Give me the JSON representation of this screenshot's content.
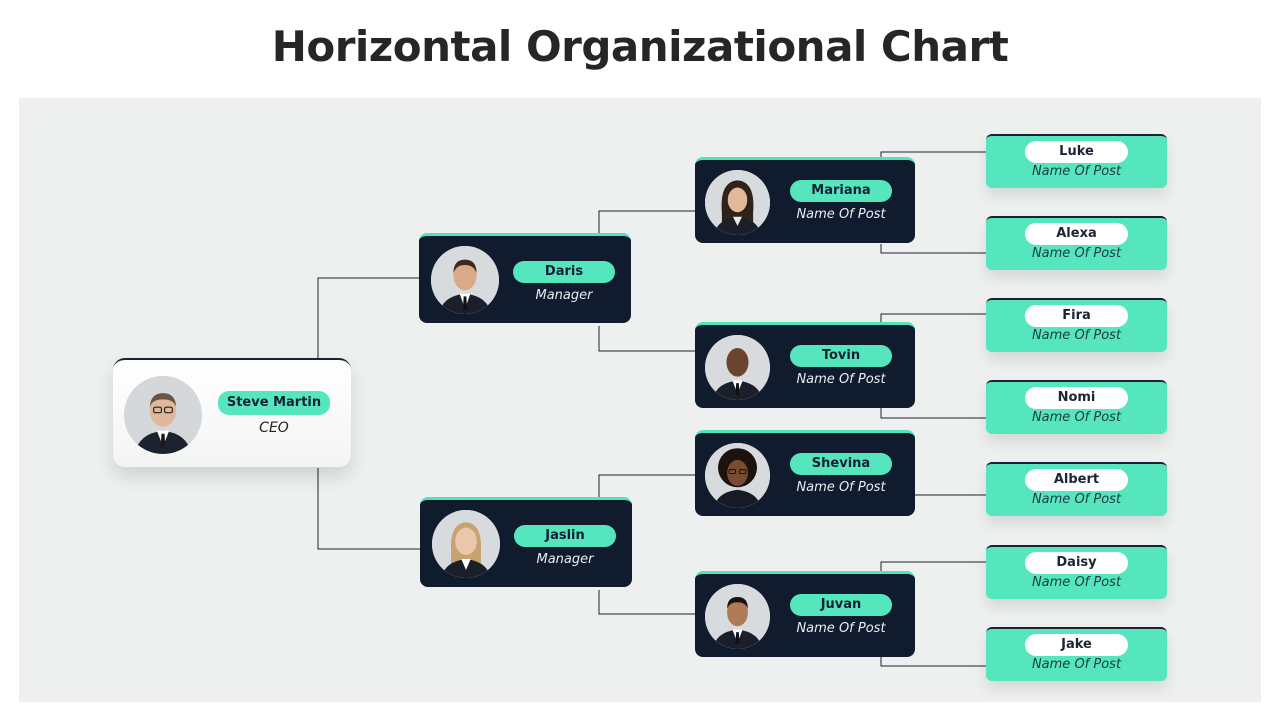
{
  "title": "Horizontal Organizational Chart",
  "colors": {
    "accent": "#55e6bd",
    "dark_card": "#111b2e",
    "panel": "#eef0f0",
    "connector": "#1b2233"
  },
  "ceo": {
    "name": "Steve Martin",
    "post": "CEO"
  },
  "managers": [
    {
      "name": "Daris",
      "post": "Manager"
    },
    {
      "name": "Jaslin",
      "post": "Manager"
    }
  ],
  "level2": [
    {
      "name": "Mariana",
      "post": "Name Of Post"
    },
    {
      "name": "Tovin",
      "post": "Name Of Post"
    },
    {
      "name": "Shevina",
      "post": "Name Of Post"
    },
    {
      "name": "Juvan",
      "post": "Name Of Post"
    }
  ],
  "leaves": [
    {
      "name": "Luke",
      "post": "Name Of Post"
    },
    {
      "name": "Alexa",
      "post": "Name Of Post"
    },
    {
      "name": "Fira",
      "post": "Name Of Post"
    },
    {
      "name": "Nomi",
      "post": "Name Of Post"
    },
    {
      "name": "Albert",
      "post": "Name Of Post"
    },
    {
      "name": "Daisy",
      "post": "Name Of Post"
    },
    {
      "name": "Jake",
      "post": "Name Of Post"
    }
  ],
  "reporting": [
    {
      "from": "Steve Martin",
      "to": "Daris"
    },
    {
      "from": "Steve Martin",
      "to": "Jaslin"
    },
    {
      "from": "Daris",
      "to": "Mariana"
    },
    {
      "from": "Daris",
      "to": "Tovin"
    },
    {
      "from": "Jaslin",
      "to": "Shevina"
    },
    {
      "from": "Jaslin",
      "to": "Juvan"
    },
    {
      "from": "Mariana",
      "to": "Luke"
    },
    {
      "from": "Mariana",
      "to": "Alexa"
    },
    {
      "from": "Tovin",
      "to": "Fira"
    },
    {
      "from": "Tovin",
      "to": "Nomi"
    },
    {
      "from": "Shevina",
      "to": "Albert"
    },
    {
      "from": "Juvan",
      "to": "Daisy"
    },
    {
      "from": "Juvan",
      "to": "Jake"
    }
  ],
  "icons": {
    "avatar": "person-photo-icon"
  }
}
